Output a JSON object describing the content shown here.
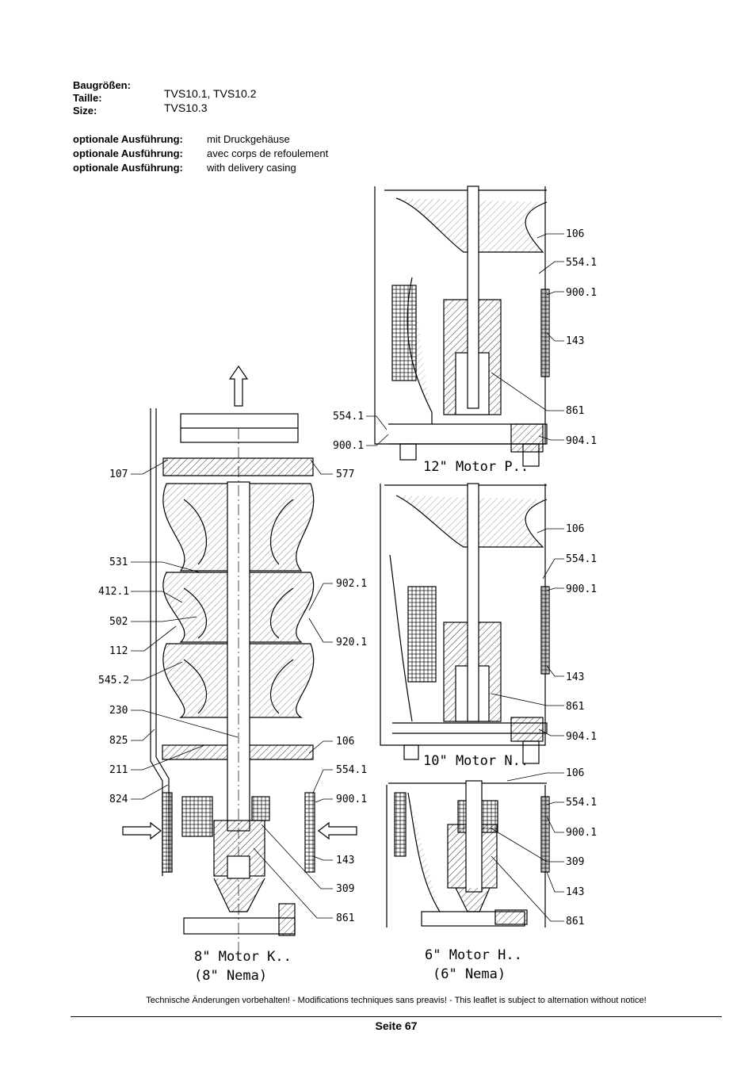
{
  "header": {
    "size_labels": [
      "Baugrößen:",
      "Taille:",
      "Size:"
    ],
    "size_values": [
      "TVS10.1, TVS10.2",
      "TVS10.3"
    ],
    "options": [
      {
        "label": "optionale Ausführung:",
        "value": "mit Druckgehäuse"
      },
      {
        "label": "optionale Ausführung:",
        "value": "avec corps de refoulement"
      },
      {
        "label": "optionale Ausführung:",
        "value": "with delivery casing"
      }
    ]
  },
  "drawing": {
    "main": {
      "left_labels": [
        "107",
        "531",
        "412.1",
        "502",
        "112",
        "545.2",
        "230",
        "825",
        "211",
        "824"
      ],
      "right_labels": [
        "577",
        "902.1",
        "920.1",
        "106",
        "554.1",
        "900.1",
        "143",
        "309",
        "861"
      ],
      "caption_line1": "8\" Motor K..",
      "caption_line2": "(8\" Nema)"
    },
    "top": {
      "labels": [
        "106",
        "554.1",
        "900.1",
        "143",
        "861",
        "904.1"
      ],
      "left_labels": [
        "554.1",
        "900.1"
      ],
      "caption": "12\" Motor P.."
    },
    "middle": {
      "labels": [
        "106",
        "554.1",
        "900.1",
        "143",
        "861",
        "904.1"
      ],
      "caption": "10\" Motor N.."
    },
    "bottom": {
      "labels": [
        "106",
        "554.1",
        "900.1",
        "309",
        "143",
        "861"
      ],
      "caption_line1": "6\" Motor H..",
      "caption_line2": "(6\" Nema)"
    }
  },
  "footer": {
    "note": "Technische Änderungen vorbehalten! - Modifications techniques sans preavis! - This leaflet is subject to alternation without notice!",
    "page": "Seite 67"
  }
}
